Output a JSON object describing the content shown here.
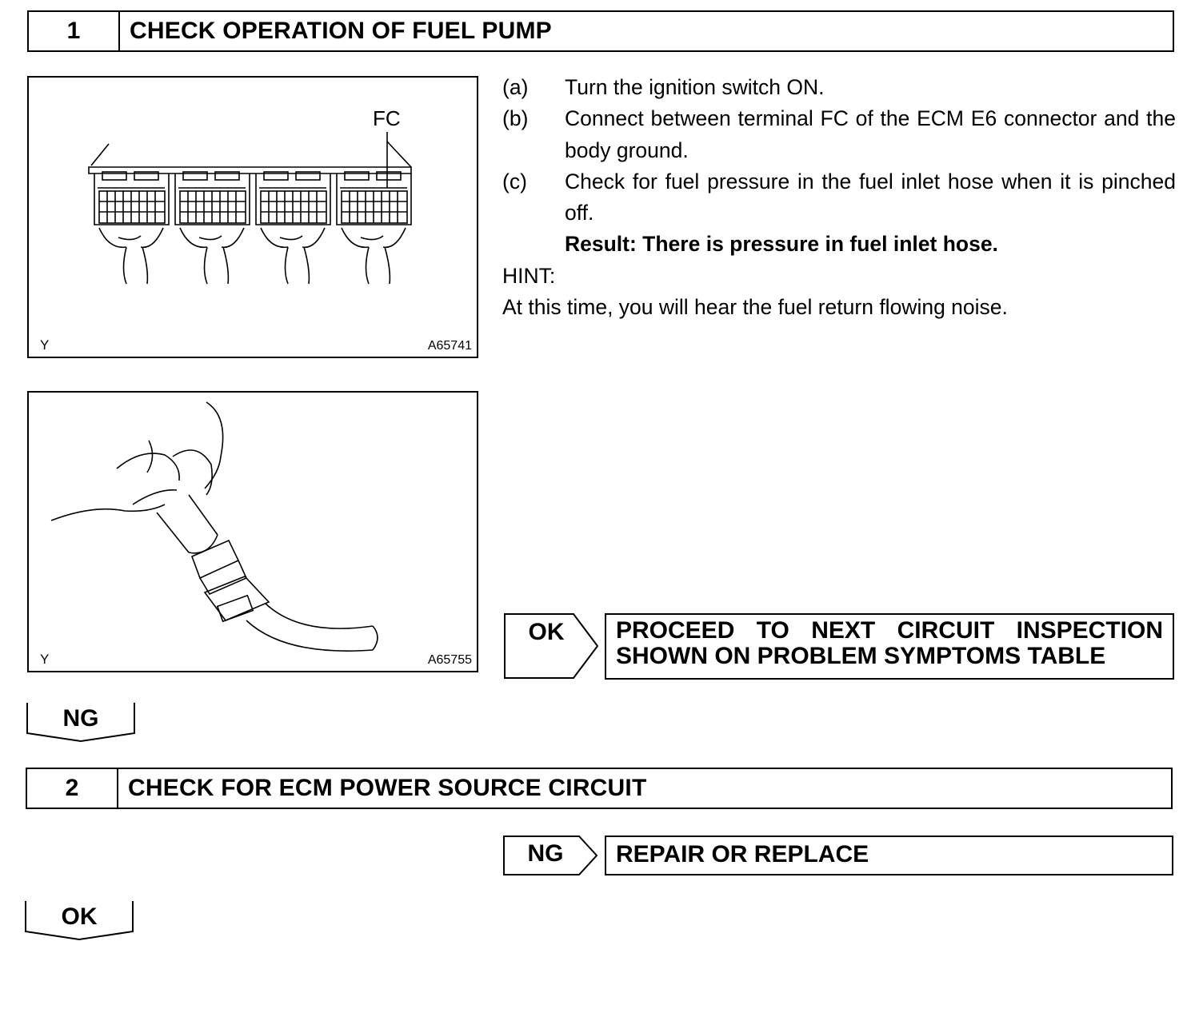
{
  "step1": {
    "number": "1",
    "title": "CHECK OPERATION OF FUEL PUMP"
  },
  "figure1": {
    "label_fc": "FC",
    "label_y": "Y",
    "code": "A65741"
  },
  "figure2": {
    "label_y": "Y",
    "code": "A65755"
  },
  "instructions": [
    {
      "letter": "(a)",
      "text": "Turn the ignition switch ON."
    },
    {
      "letter": "(b)",
      "text": "Connect between terminal FC of the ECM E6 connector and the body ground."
    },
    {
      "letter": "(c)",
      "text": "Check for fuel pressure in the fuel inlet hose when it is pinched off."
    }
  ],
  "result": "Result: There is pressure in fuel inlet hose.",
  "hint_label": "HINT:",
  "hint_text": "At this time, you will hear the fuel return flowing noise.",
  "outcome1": {
    "tag": "OK",
    "line1": "PROCEED TO NEXT CIRCUIT INSPECTION",
    "line2": "SHOWN ON PROBLEM SYMPTOMS TABLE"
  },
  "tab_ng": "NG",
  "step2": {
    "number": "2",
    "title": "CHECK FOR ECM POWER SOURCE CIRCUIT"
  },
  "outcome2": {
    "tag": "NG",
    "text": "REPAIR OR REPLACE"
  },
  "tab_ok": "OK"
}
